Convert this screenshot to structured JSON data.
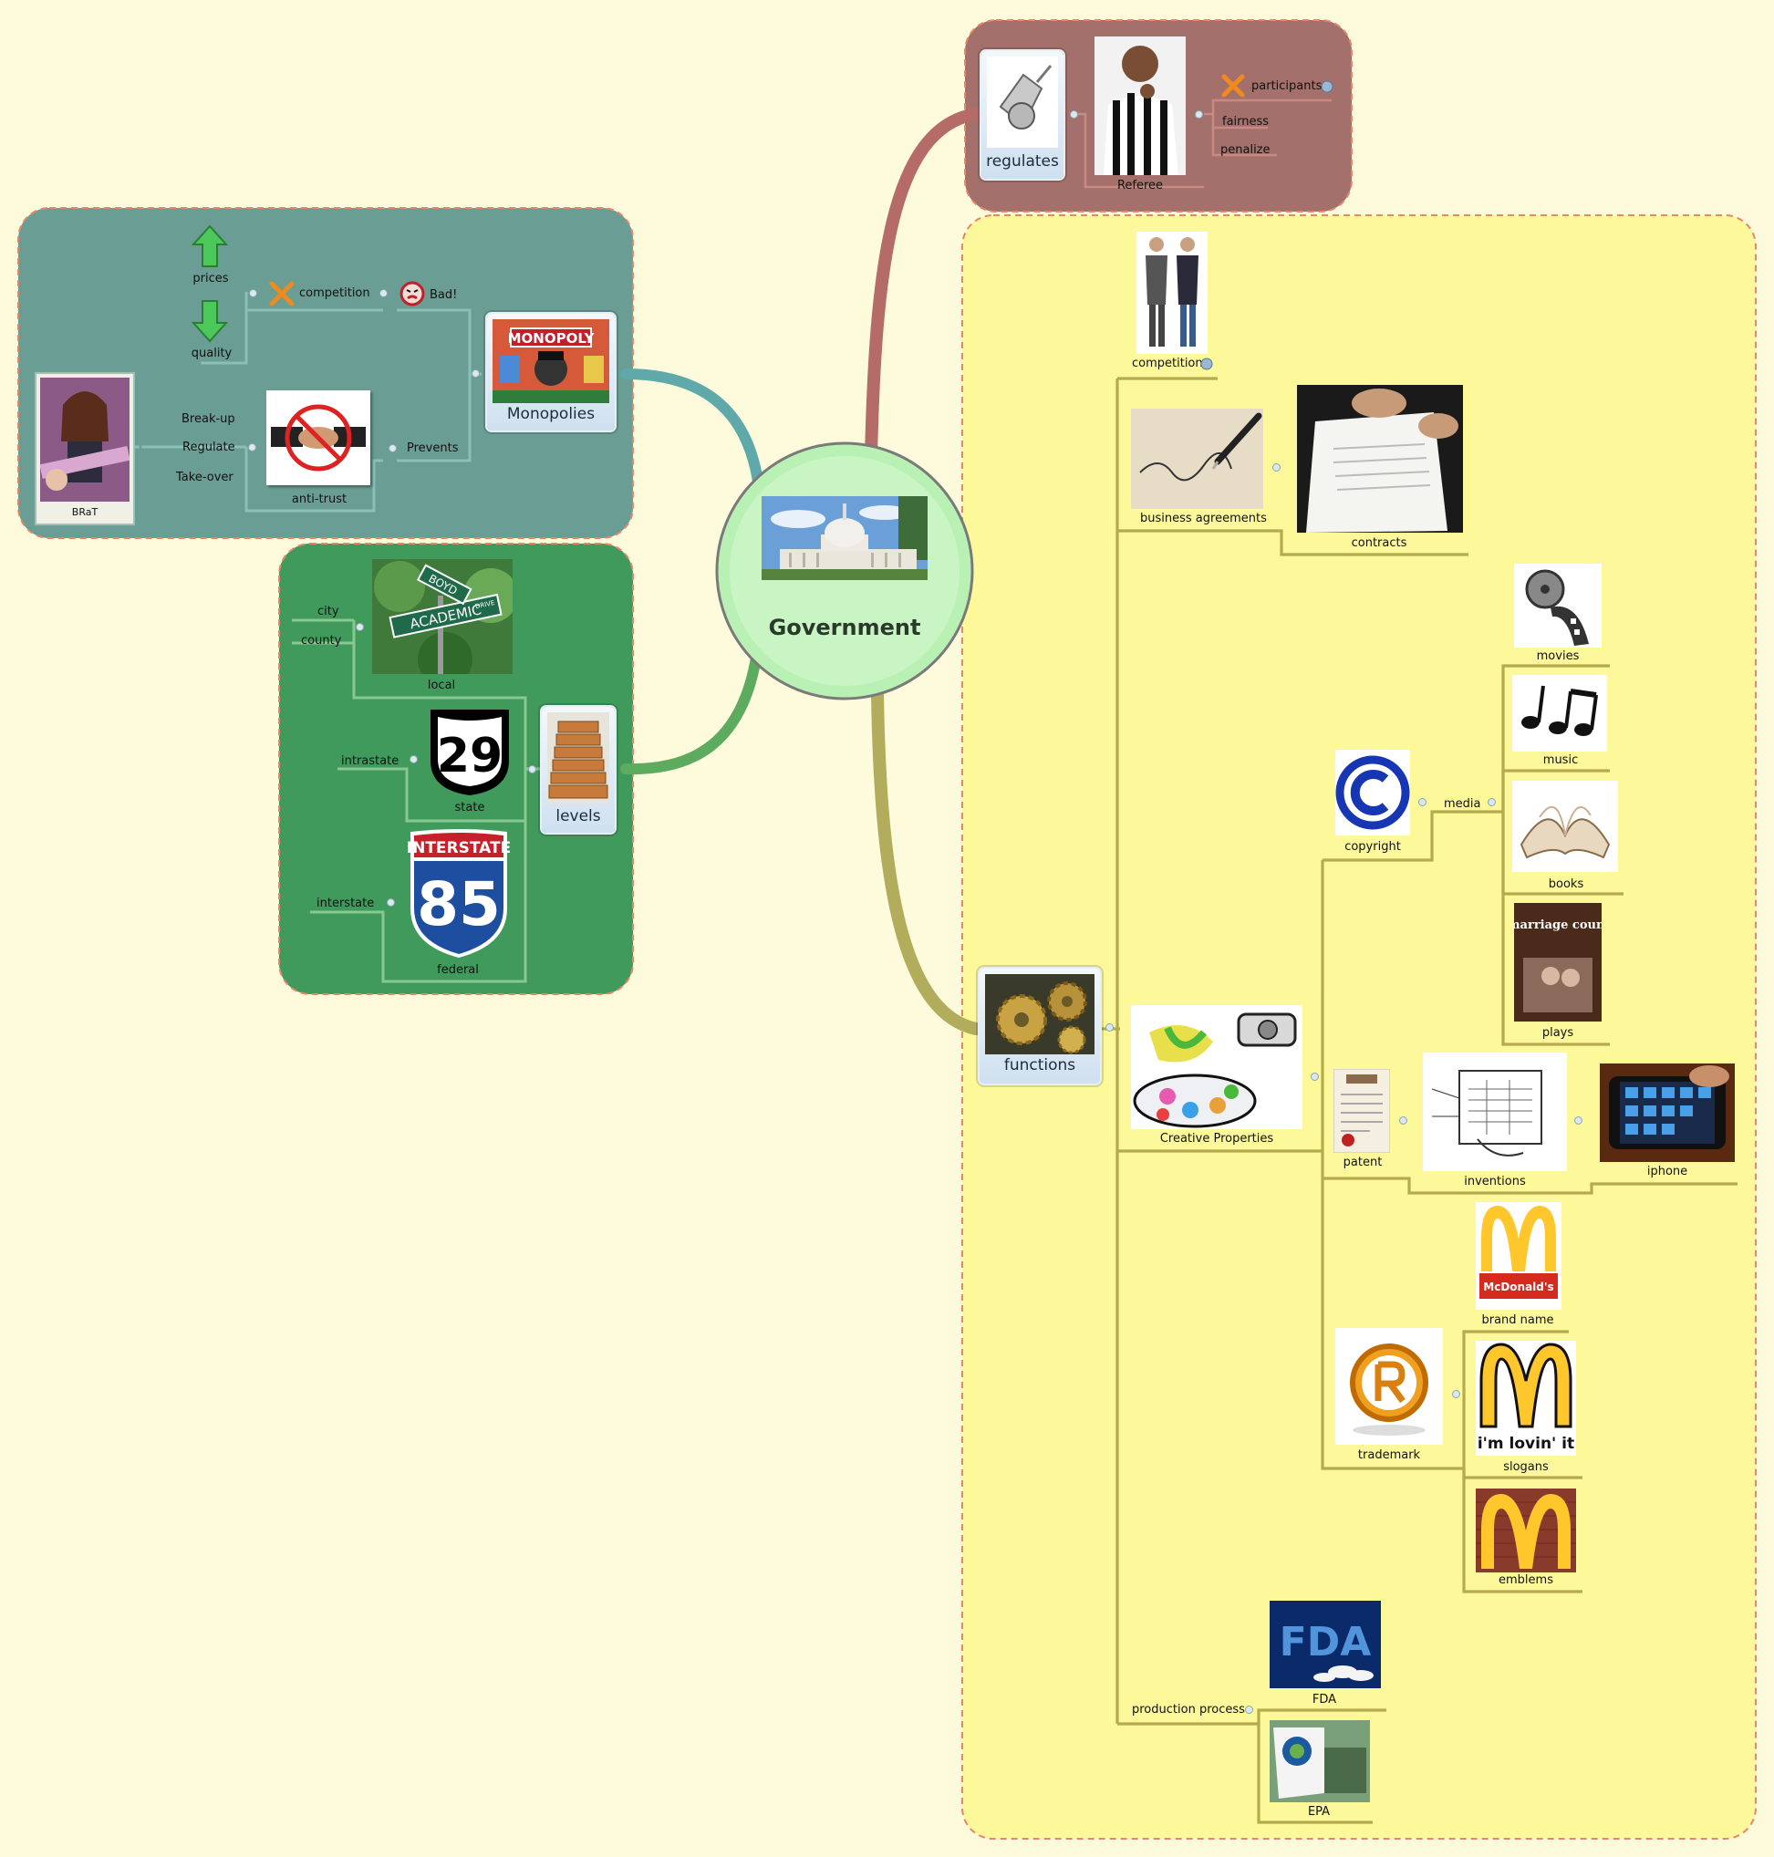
{
  "root": {
    "title": "Government"
  },
  "regulates_branch": {
    "main": "regulates",
    "referee": "Referee",
    "items": [
      "participants",
      "fairness",
      "penalize"
    ]
  },
  "monopolies_branch": {
    "main": "Monopolies",
    "prices": "prices",
    "quality": "quality",
    "competition": "competition",
    "bad": "Bad!",
    "antitrust": "anti-trust",
    "prevents": "Prevents",
    "actions": [
      "Break-up",
      "Regulate",
      "Take-over"
    ],
    "brat": "BRaT",
    "monopoly_logo": "MONOPOLY"
  },
  "levels_branch": {
    "main": "levels",
    "local": "local",
    "city": "city",
    "county": "county",
    "state": "state",
    "intrastate": "intrastate",
    "federal": "federal",
    "interstate": "interstate",
    "sign_street1": "BOYD",
    "sign_street2": "ACADEMIC",
    "sign_street3": "DRIVE",
    "sign_state_number": "29",
    "sign_interstate_word": "INTERSTATE",
    "sign_interstate_number": "85"
  },
  "functions_branch": {
    "main": "functions",
    "competition": "competition",
    "business_agreements": "business agreements",
    "contracts": "contracts",
    "creative_properties": "Creative Properties",
    "copyright": "copyright",
    "media": "media",
    "media_items": [
      "movies",
      "music",
      "books",
      "plays"
    ],
    "patent": "patent",
    "inventions": "inventions",
    "iphone": "iphone",
    "trademark": "trademark",
    "brand_name": "brand name",
    "slogans": "slogans",
    "emblems": "emblems",
    "production_process": "production process",
    "fda": "FDA",
    "epa": "EPA",
    "logo_mcdonalds": "McDonald's",
    "logo_slogan": "i'm lovin' it",
    "logo_fda": "FDA",
    "plays_text": "the marriage counselor"
  },
  "colors": {
    "background": "#fdfbdc",
    "regulates_bg": "#a3706b",
    "monopolies_bg": "#6a9d93",
    "levels_bg": "#3f9a5c",
    "functions_bg": "#fdf99a",
    "root_fill": "#b9f0b4"
  }
}
